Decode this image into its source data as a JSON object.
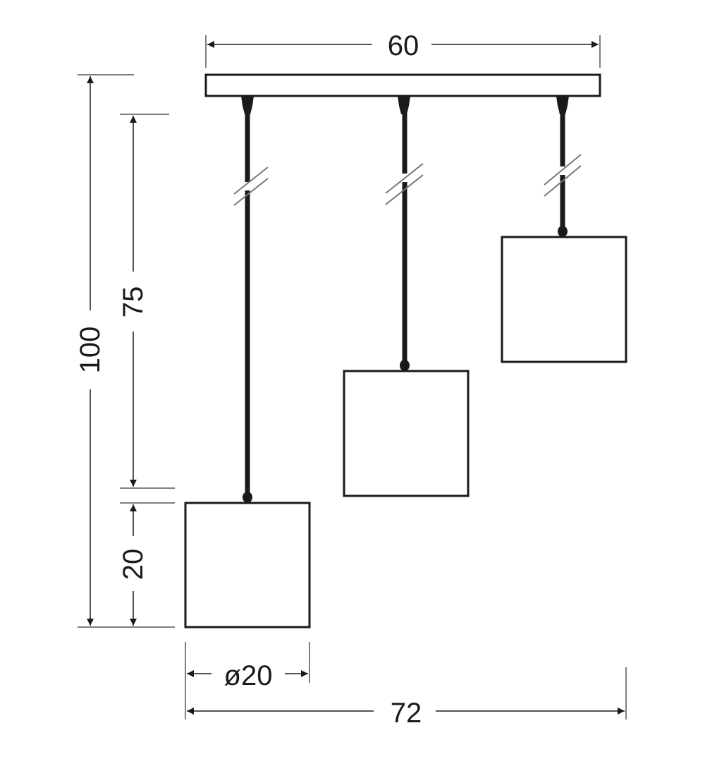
{
  "dimensions": {
    "canopy_width": "60",
    "total_height": "100",
    "cord_length": "75",
    "shade_height": "20",
    "shade_diameter": "ø20",
    "total_width": "72"
  },
  "colors": {
    "line": "#1a1a1a",
    "background": "#ffffff",
    "dimension_line": "#555555"
  }
}
